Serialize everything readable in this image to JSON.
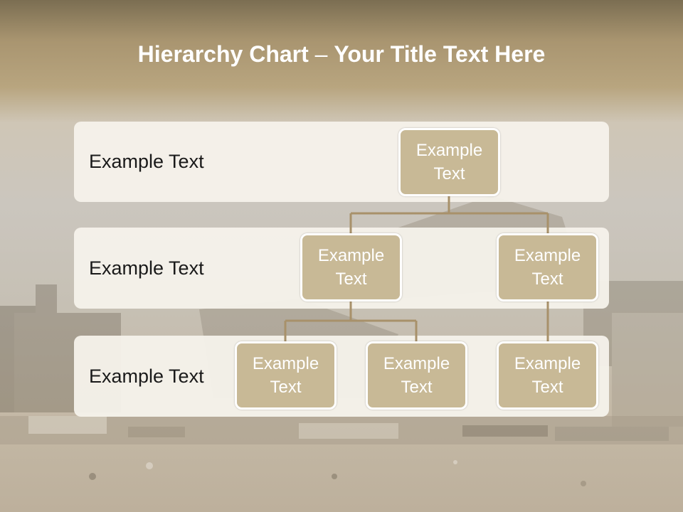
{
  "title": {
    "bold": "Hierarchy Chart",
    "separator": " – ",
    "rest": "Your Title Text Here"
  },
  "bands": [
    {
      "label": "Example Text"
    },
    {
      "label": "Example Text"
    },
    {
      "label": "Example Text"
    }
  ],
  "nodes": {
    "root": "Example Text",
    "level2_left": "Example Text",
    "level2_right": "Example Text",
    "level3_left": "Example Text",
    "level3_middle": "Example Text",
    "level3_right": "Example Text"
  },
  "colors": {
    "node_fill": "#c8b996",
    "node_border": "#ffffff",
    "band_fill": "#f5f2eb",
    "connector": "#a8916a",
    "title_text": "#ffffff"
  }
}
